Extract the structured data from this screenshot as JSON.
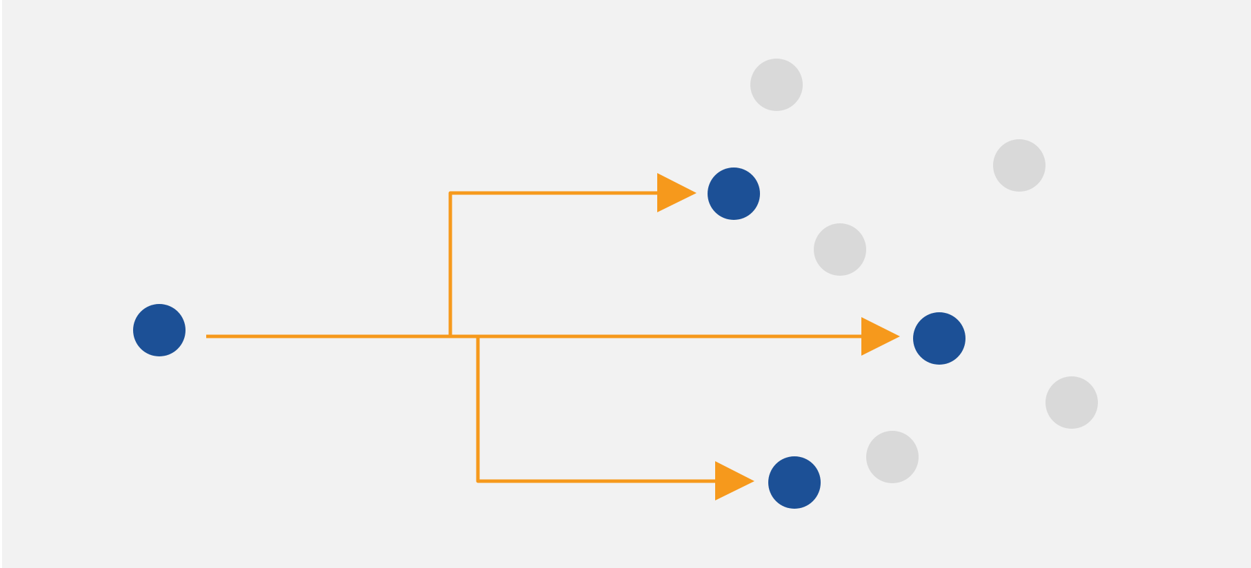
{
  "diagram": {
    "background_color": "#f2f2f2",
    "node_colors": {
      "selected": "#1c5096",
      "inactive": "#d9d9d9"
    },
    "arrow_color": "#f6991c",
    "source_node": {
      "id": "source",
      "state": "selected"
    },
    "target_nodes": [
      {
        "id": "target-top",
        "state": "selected"
      },
      {
        "id": "target-middle",
        "state": "selected"
      },
      {
        "id": "target-bottom",
        "state": "selected"
      }
    ],
    "inactive_nodes": [
      {
        "id": "inactive-1",
        "state": "inactive"
      },
      {
        "id": "inactive-2",
        "state": "inactive"
      },
      {
        "id": "inactive-3",
        "state": "inactive"
      },
      {
        "id": "inactive-4",
        "state": "inactive"
      },
      {
        "id": "inactive-5",
        "state": "inactive"
      }
    ],
    "edges": [
      {
        "from": "source",
        "to": "target-top"
      },
      {
        "from": "source",
        "to": "target-middle"
      },
      {
        "from": "source",
        "to": "target-bottom"
      }
    ]
  }
}
